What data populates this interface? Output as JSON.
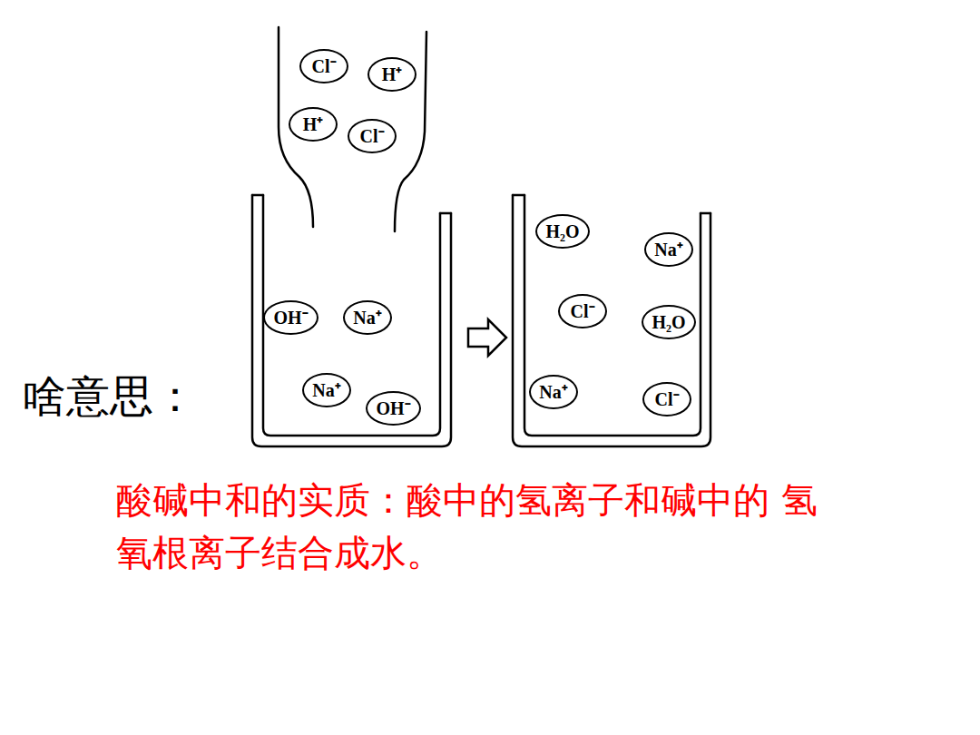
{
  "diagram": {
    "nodes": [
      {
        "text": [
          "Cl⁻"
        ]
      },
      {
        "text": [
          "H⁺"
        ]
      },
      {
        "text": [
          "H⁺"
        ]
      },
      {
        "text": [
          "Cl⁻"
        ]
      },
      {
        "text": [
          "OH⁻"
        ]
      },
      {
        "text": [
          "Na⁺"
        ]
      },
      {
        "text": [
          "Na⁺"
        ]
      },
      {
        "text": [
          "OH⁻"
        ]
      },
      {
        "text": [
          "H₂O"
        ]
      },
      {
        "text": [
          "Na⁺"
        ]
      },
      {
        "text": [
          "Cl⁻"
        ]
      },
      {
        "text": [
          "H₂O"
        ]
      },
      {
        "text": [
          "Na⁺"
        ]
      },
      {
        "text": [
          "Cl⁻"
        ]
      }
    ],
    "labels": [
      "啥意思：",
      "酸碱中和的实质：酸中的氢离子和碱中的 氢氧根离子结合成水。"
    ]
  }
}
